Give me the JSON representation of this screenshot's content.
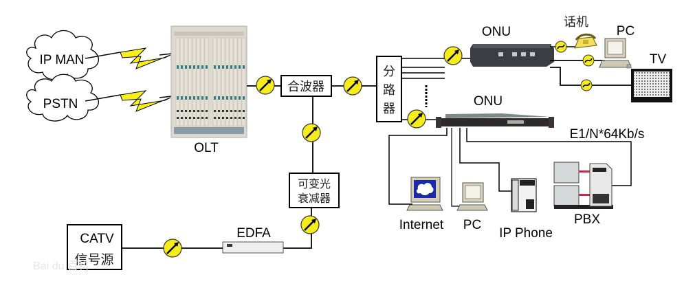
{
  "diagram": {
    "title": "",
    "colors": {
      "line": "#000000",
      "connector_fill": "#f5ec1e",
      "bolt_fill": "#f7ee1c",
      "screen_blue": "#1a2aa8",
      "pbx_link": "#c0304a"
    },
    "clouds": [
      {
        "id": "ip-man",
        "label": "IP MAN"
      },
      {
        "id": "pstn",
        "label": "PSTN"
      }
    ],
    "olt": {
      "label": "OLT"
    },
    "combiner": {
      "label": "合波器"
    },
    "splitter": {
      "label_lines": [
        "分",
        "路",
        "器"
      ]
    },
    "attenuator": {
      "label_lines": [
        "可变光",
        "衰减器"
      ]
    },
    "edfa": {
      "label": "EDFA"
    },
    "catv": {
      "label_lines": [
        "CATV",
        "信号源"
      ]
    },
    "onu_top": {
      "label": "ONU",
      "endpoints": [
        {
          "id": "phone",
          "label": "话机"
        },
        {
          "id": "pc",
          "label": "PC"
        },
        {
          "id": "tv",
          "label": "TV"
        }
      ]
    },
    "onu_bottom": {
      "label": "ONU",
      "link_label": "E1/N*64Kb/s",
      "endpoints": [
        {
          "id": "internet",
          "label": "Internet"
        },
        {
          "id": "pc",
          "label": "PC"
        },
        {
          "id": "ip-phone",
          "label": "IP Phone"
        },
        {
          "id": "pbx",
          "label": "PBX"
        }
      ]
    },
    "watermark": "Bai du 百科"
  }
}
